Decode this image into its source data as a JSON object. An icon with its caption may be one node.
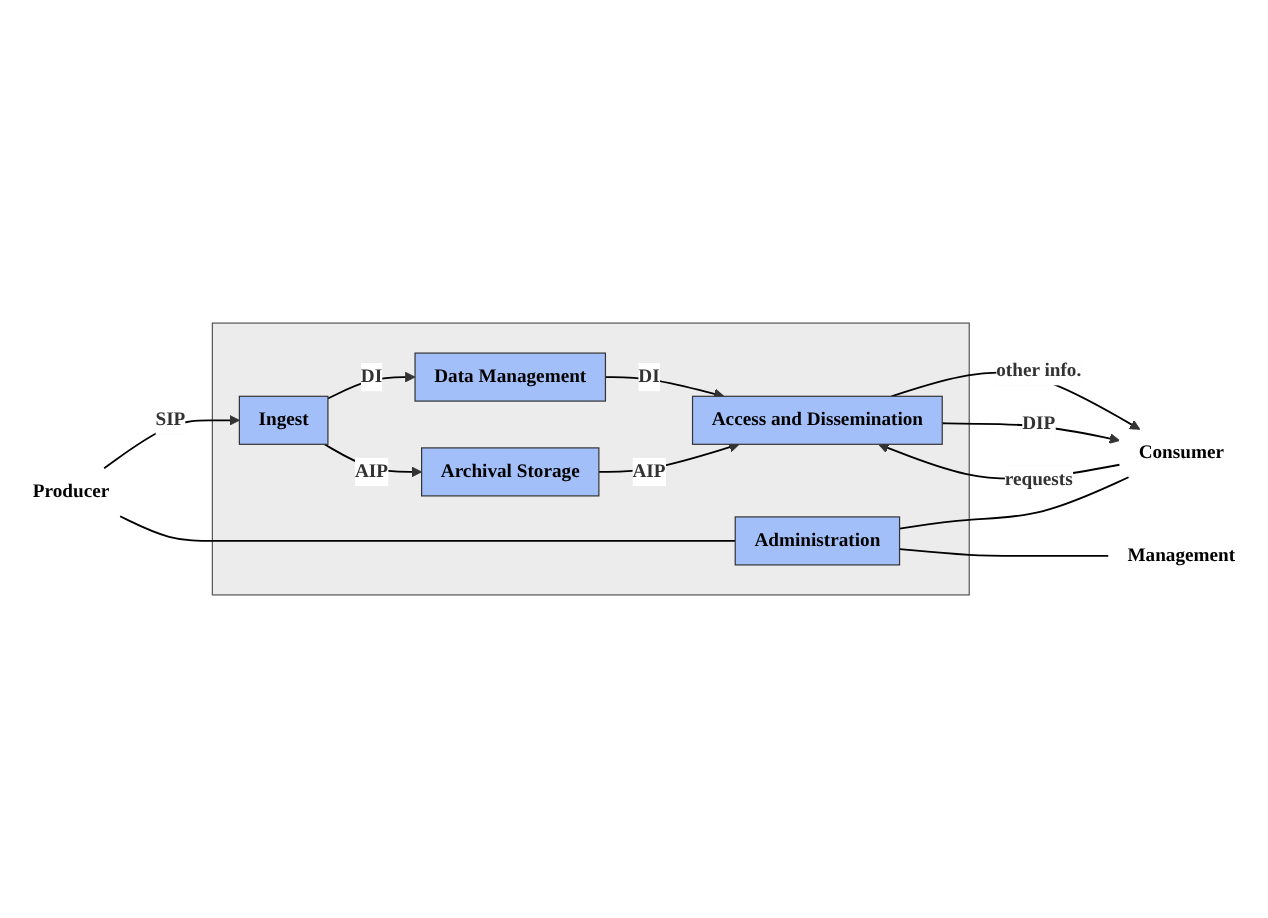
{
  "diagram": {
    "nodes": [
      {
        "text": [
          "Producer"
        ]
      },
      {
        "text": [],
        "shape": "box"
      },
      {
        "text": [
          "Ingest"
        ],
        "in": 1
      },
      {
        "text": [
          "Data Management"
        ],
        "in": 1
      },
      {
        "text": [
          "Archival Storage"
        ],
        "in": 1
      },
      {
        "text": [
          "Access and Dissemination"
        ],
        "in": 1
      },
      {
        "text": [
          "Administration"
        ],
        "in": 1
      },
      {
        "text": [
          "Consumer"
        ]
      },
      {
        "text": [
          "Management"
        ]
      }
    ],
    "edges": [
      {
        "from": 0,
        "to": 2,
        "arrow": "to",
        "label": "SIP"
      },
      {
        "from": 2,
        "to": 3,
        "arrow": "to",
        "label": "DI"
      },
      {
        "from": 2,
        "to": 4,
        "arrow": "to",
        "label": "AIP"
      },
      {
        "from": 3,
        "to": 5,
        "arrow": "to",
        "label": "DI"
      },
      {
        "from": 4,
        "to": 5,
        "arrow": "to",
        "label": "AIP"
      },
      {
        "from": 7,
        "to": 5,
        "arrow": "to",
        "label": "requests"
      },
      {
        "from": 5,
        "to": 7,
        "arrow": "to",
        "label": "other info."
      },
      {
        "from": 5,
        "to": 7,
        "arrow": "to",
        "label": "DIP"
      },
      {
        "from": 0,
        "to": 6,
        "arrow": "none"
      },
      {
        "from": 6,
        "to": 7,
        "arrow": "none"
      },
      {
        "from": 6,
        "to": 8,
        "arrow": "none"
      }
    ]
  }
}
